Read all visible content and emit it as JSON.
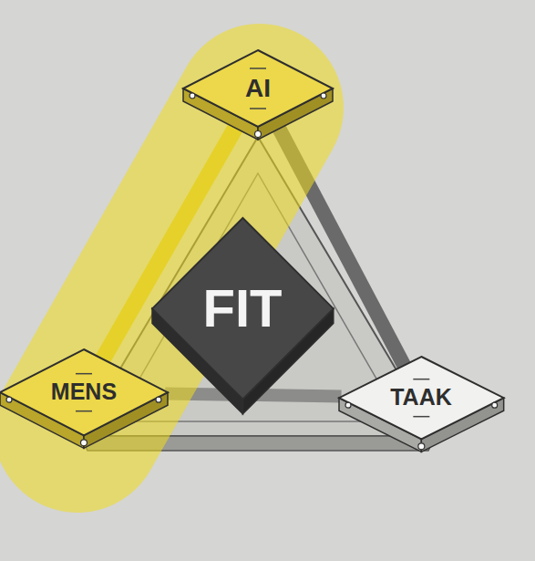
{
  "diagram": {
    "nodes": [
      {
        "text": [
          "AI"
        ]
      },
      {
        "text": [
          "FIT"
        ]
      },
      {
        "text": [
          "MENS"
        ]
      },
      {
        "text": [
          "TAAK"
        ]
      }
    ],
    "edges": [
      {
        "from": 0,
        "to": 2,
        "arrow": "none"
      },
      {
        "from": 0,
        "to": 3,
        "arrow": "none"
      },
      {
        "from": 2,
        "to": 3,
        "arrow": "none"
      }
    ]
  }
}
